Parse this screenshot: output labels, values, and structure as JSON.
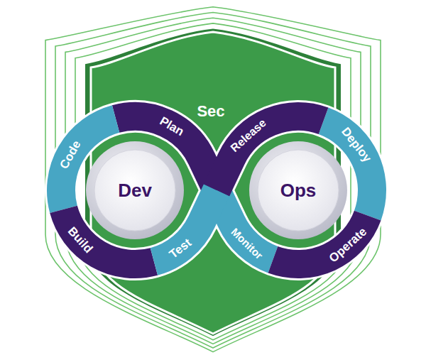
{
  "diagram": {
    "nodes": [
      {
        "text": [
          "Sec"
        ]
      },
      {
        "text": [
          "Plan"
        ]
      },
      {
        "text": [
          "Release"
        ]
      },
      {
        "text": [
          "Code"
        ]
      },
      {
        "text": [
          "Deploy"
        ]
      },
      {
        "text": [
          "Dev"
        ]
      },
      {
        "text": [
          "Ops"
        ]
      },
      {
        "text": [
          "Build"
        ]
      },
      {
        "text": [
          "Test"
        ]
      },
      {
        "text": [
          "Monitor"
        ]
      },
      {
        "text": [
          "Operate"
        ]
      }
    ]
  }
}
